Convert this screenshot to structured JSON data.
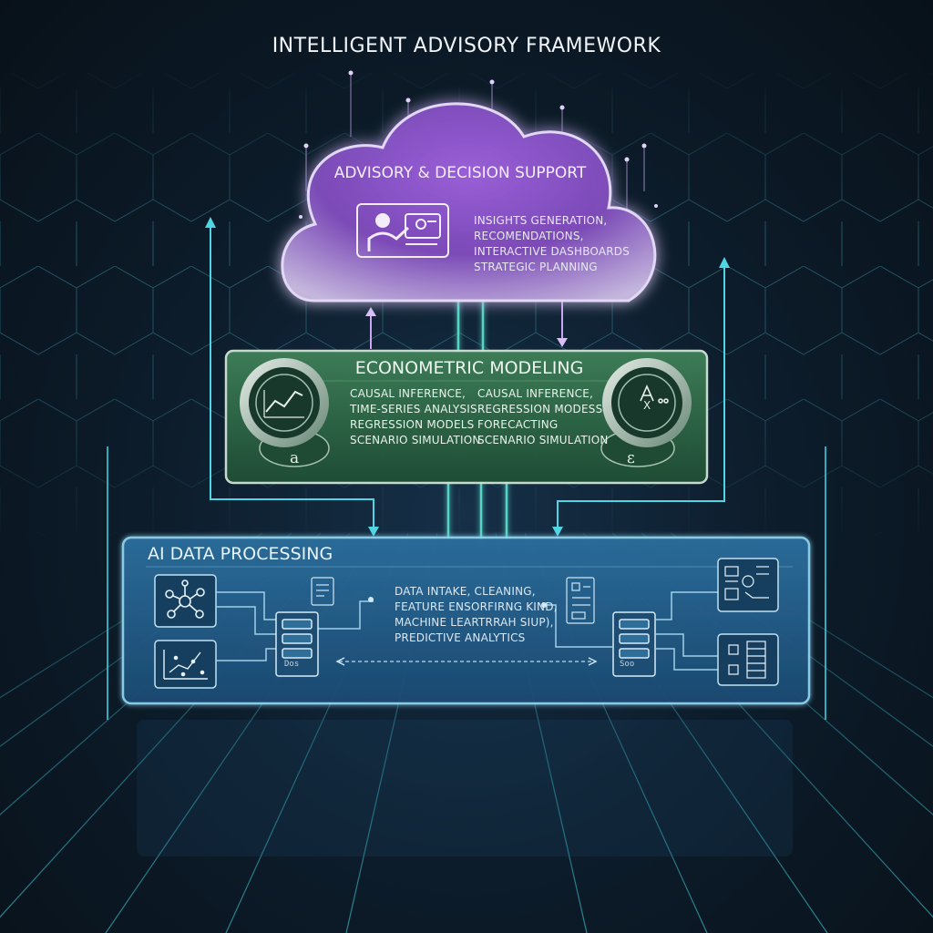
{
  "title": "INTELLIGENT ADVISORY FRAMEWORK",
  "advisory": {
    "title": "ADVISORY & DECISION SUPPORT",
    "items": [
      "INSIGHTS GENERATION,",
      "RECOMENDATIONS,",
      "INTERACTIVE DASHBOARDS",
      "STRATEGIC PLANNING"
    ]
  },
  "econometric": {
    "title": "ECONOMETRIC MODELING",
    "left_items": [
      "CAUSAL INFERENCE,",
      "TIME-SERIES ANALYSIS",
      "REGRESSION MODELS",
      "SCENARIO SIMULATION"
    ],
    "right_items": [
      "CAUSAL INFERENCE,",
      "REGRESSION MODESS",
      "FORECACTING",
      "SCENARIO SIMULATION"
    ],
    "left_glyph": "a",
    "right_glyph": "ε",
    "right_dial_text": "X"
  },
  "ai": {
    "title": "AI DATA PROCESSING",
    "items": [
      "DATA INTAKE, CLEANING,",
      "FEATURE ENSORFIRNG KIND,",
      "MACHINE LEARTRRAH SIUP),",
      "PREDICTIVE ANALYTICS"
    ],
    "server_left_label": "Dos",
    "server_right_label": "Soo"
  },
  "colors": {
    "cloud": "#8a55c9",
    "econ": "#2c6a45",
    "ai": "#2a6a9a",
    "accent": "#4fd6e4"
  },
  "icons": {
    "advisory": "presenter-icon",
    "econ_left": "line-chart-icon",
    "econ_right": "formula-icon",
    "network": "network-icon",
    "scatter": "scatter-plot-icon",
    "server": "server-icon",
    "document": "document-icon"
  }
}
